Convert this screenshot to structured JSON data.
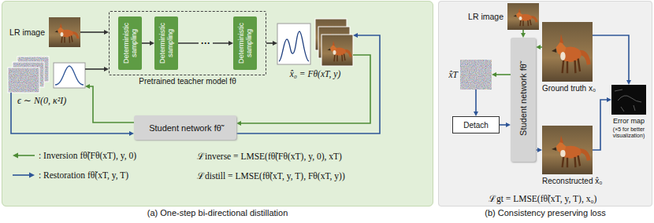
{
  "diagram": {
    "nodes": [
      {
        "text": [
          "(a) One-step bi-directional distillation"
        ]
      },
      {
        "text": [
          "LR image"
        ],
        "in": 0
      },
      {
        "text": [
          "ϵ ∼ N(0, κ²I)"
        ],
        "in": 0
      },
      {
        "text": [
          "Pretrained teacher model fθ"
        ],
        "in": 0
      },
      {
        "text": [
          "Deterministic sampling"
        ],
        "in": 3
      },
      {
        "text": [
          "Deterministic sampling"
        ],
        "in": 3
      },
      {
        "text": [
          "Deterministic sampling"
        ],
        "in": 3
      },
      {
        "text": [
          "x̂₀ = Fθ(xT, y)"
        ],
        "in": 0
      },
      {
        "text": [
          "Student network fθ̃"
        ],
        "in": 0
      },
      {
        "text": [
          "(b) Consistency preserving loss"
        ]
      },
      {
        "text": [
          "LR image"
        ],
        "in": 9
      },
      {
        "text": [
          "Student network fθ̃"
        ],
        "in": 9
      },
      {
        "text": [
          "x̂T"
        ],
        "in": 9
      },
      {
        "text": [
          "Detach"
        ],
        "in": 9
      },
      {
        "text": [
          "Ground truth x₀"
        ],
        "in": 9
      },
      {
        "text": [
          "Error map",
          "(×5 for better visualization)"
        ],
        "in": 9
      },
      {
        "text": [
          "Reconstructed x̂₀"
        ],
        "in": 9
      }
    ],
    "edges": [
      {
        "from": 1,
        "to": 3,
        "arrow": "to"
      },
      {
        "from": 2,
        "to": 3,
        "arrow": "to"
      },
      {
        "from": 4,
        "to": 5,
        "arrow": "to"
      },
      {
        "from": 5,
        "to": 6,
        "arrow": "to"
      },
      {
        "from": 3,
        "to": 7,
        "arrow": "to"
      },
      {
        "from": 2,
        "to": 8,
        "arrow": "to"
      },
      {
        "from": 8,
        "to": 2,
        "arrow": "to"
      },
      {
        "from": 7,
        "to": 8,
        "arrow": "to"
      },
      {
        "from": 8,
        "to": 7,
        "arrow": "to"
      },
      {
        "from": 10,
        "to": 11,
        "arrow": "to"
      },
      {
        "from": 14,
        "to": 11,
        "arrow": "to"
      },
      {
        "from": 11,
        "to": 12,
        "arrow": "to"
      },
      {
        "from": 12,
        "to": 13,
        "arrow": "to"
      },
      {
        "from": 13,
        "to": 11,
        "arrow": "to"
      },
      {
        "from": 11,
        "to": 16,
        "arrow": "to"
      },
      {
        "from": 14,
        "to": 15,
        "arrow": "to"
      },
      {
        "from": 16,
        "to": 15,
        "arrow": "to"
      }
    ],
    "labels": [
      "···",
      "ℒinverse = LMSE(fθ̃(Fθ(xT), y, 0), xT)",
      "ℒdistill = LMSE(fθ̃(xT, y, T), Fθ(xT, y))",
      "ℒgt = LMSE(fθ̃(xT, y, T), x₀)"
    ],
    "legend": [
      {
        "text": ": Inversion fθ̃(Fθ(xT), y, 0)"
      },
      {
        "text": ": Restoration fθ̃(xT, y, T)"
      }
    ]
  }
}
